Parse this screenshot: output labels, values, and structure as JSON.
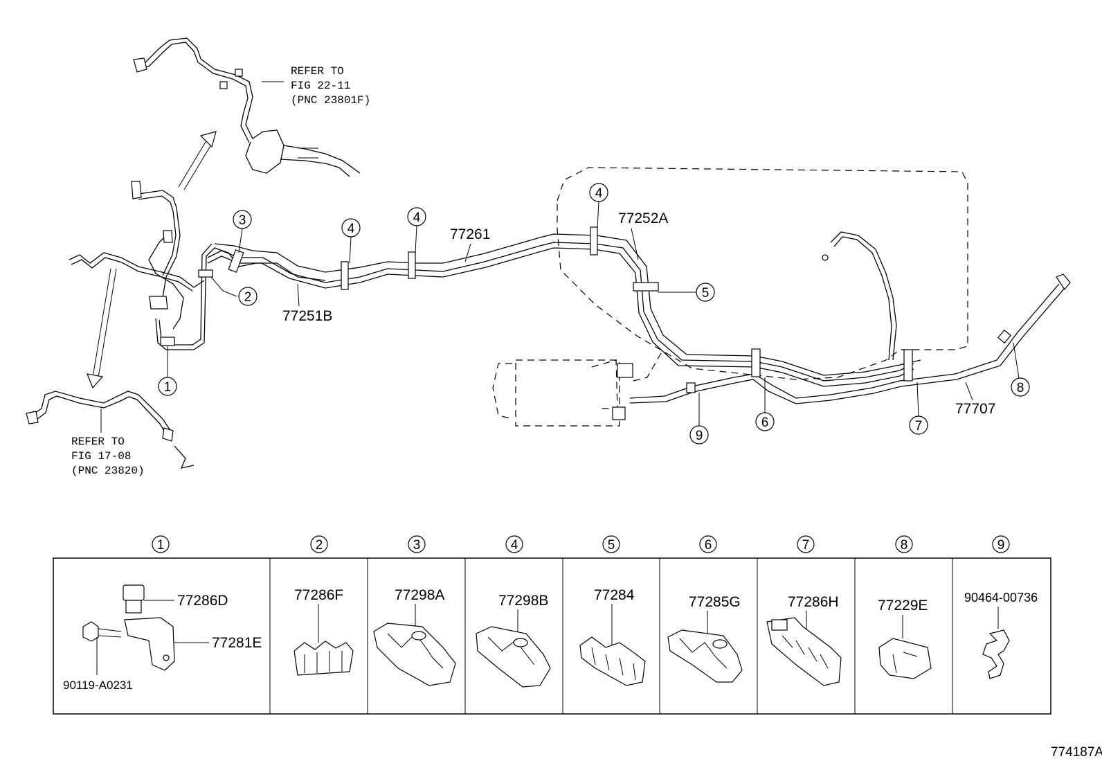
{
  "references": [
    {
      "line1": "REFER TO",
      "line2": "FIG 22-11",
      "line3": "(PNC 23801F)"
    },
    {
      "line1": "REFER TO",
      "line2": "FIG 17-08",
      "line3": "(PNC 23820)"
    }
  ],
  "main_labels": {
    "p77261": "77261",
    "p77252A": "77252A",
    "p77251B": "77251B",
    "p77707": "77707"
  },
  "callouts": {
    "c1": "1",
    "c2": "2",
    "c3": "3",
    "c4a": "4",
    "c4b": "4",
    "c4c": "4",
    "c5": "5",
    "c6": "6",
    "c7": "7",
    "c8": "8",
    "c9": "9"
  },
  "table": {
    "columns": [
      {
        "num": "1",
        "parts": [
          "77286D",
          "77281E",
          "90119-A0231"
        ]
      },
      {
        "num": "2",
        "parts": [
          "77286F"
        ]
      },
      {
        "num": "3",
        "parts": [
          "77298A"
        ]
      },
      {
        "num": "4",
        "parts": [
          "77298B"
        ]
      },
      {
        "num": "5",
        "parts": [
          "77284"
        ]
      },
      {
        "num": "6",
        "parts": [
          "77285G"
        ]
      },
      {
        "num": "7",
        "parts": [
          "77286H"
        ]
      },
      {
        "num": "8",
        "parts": [
          "77229E"
        ]
      },
      {
        "num": "9",
        "parts": [
          "90464-00736"
        ]
      }
    ]
  },
  "figure_id": "774187A"
}
